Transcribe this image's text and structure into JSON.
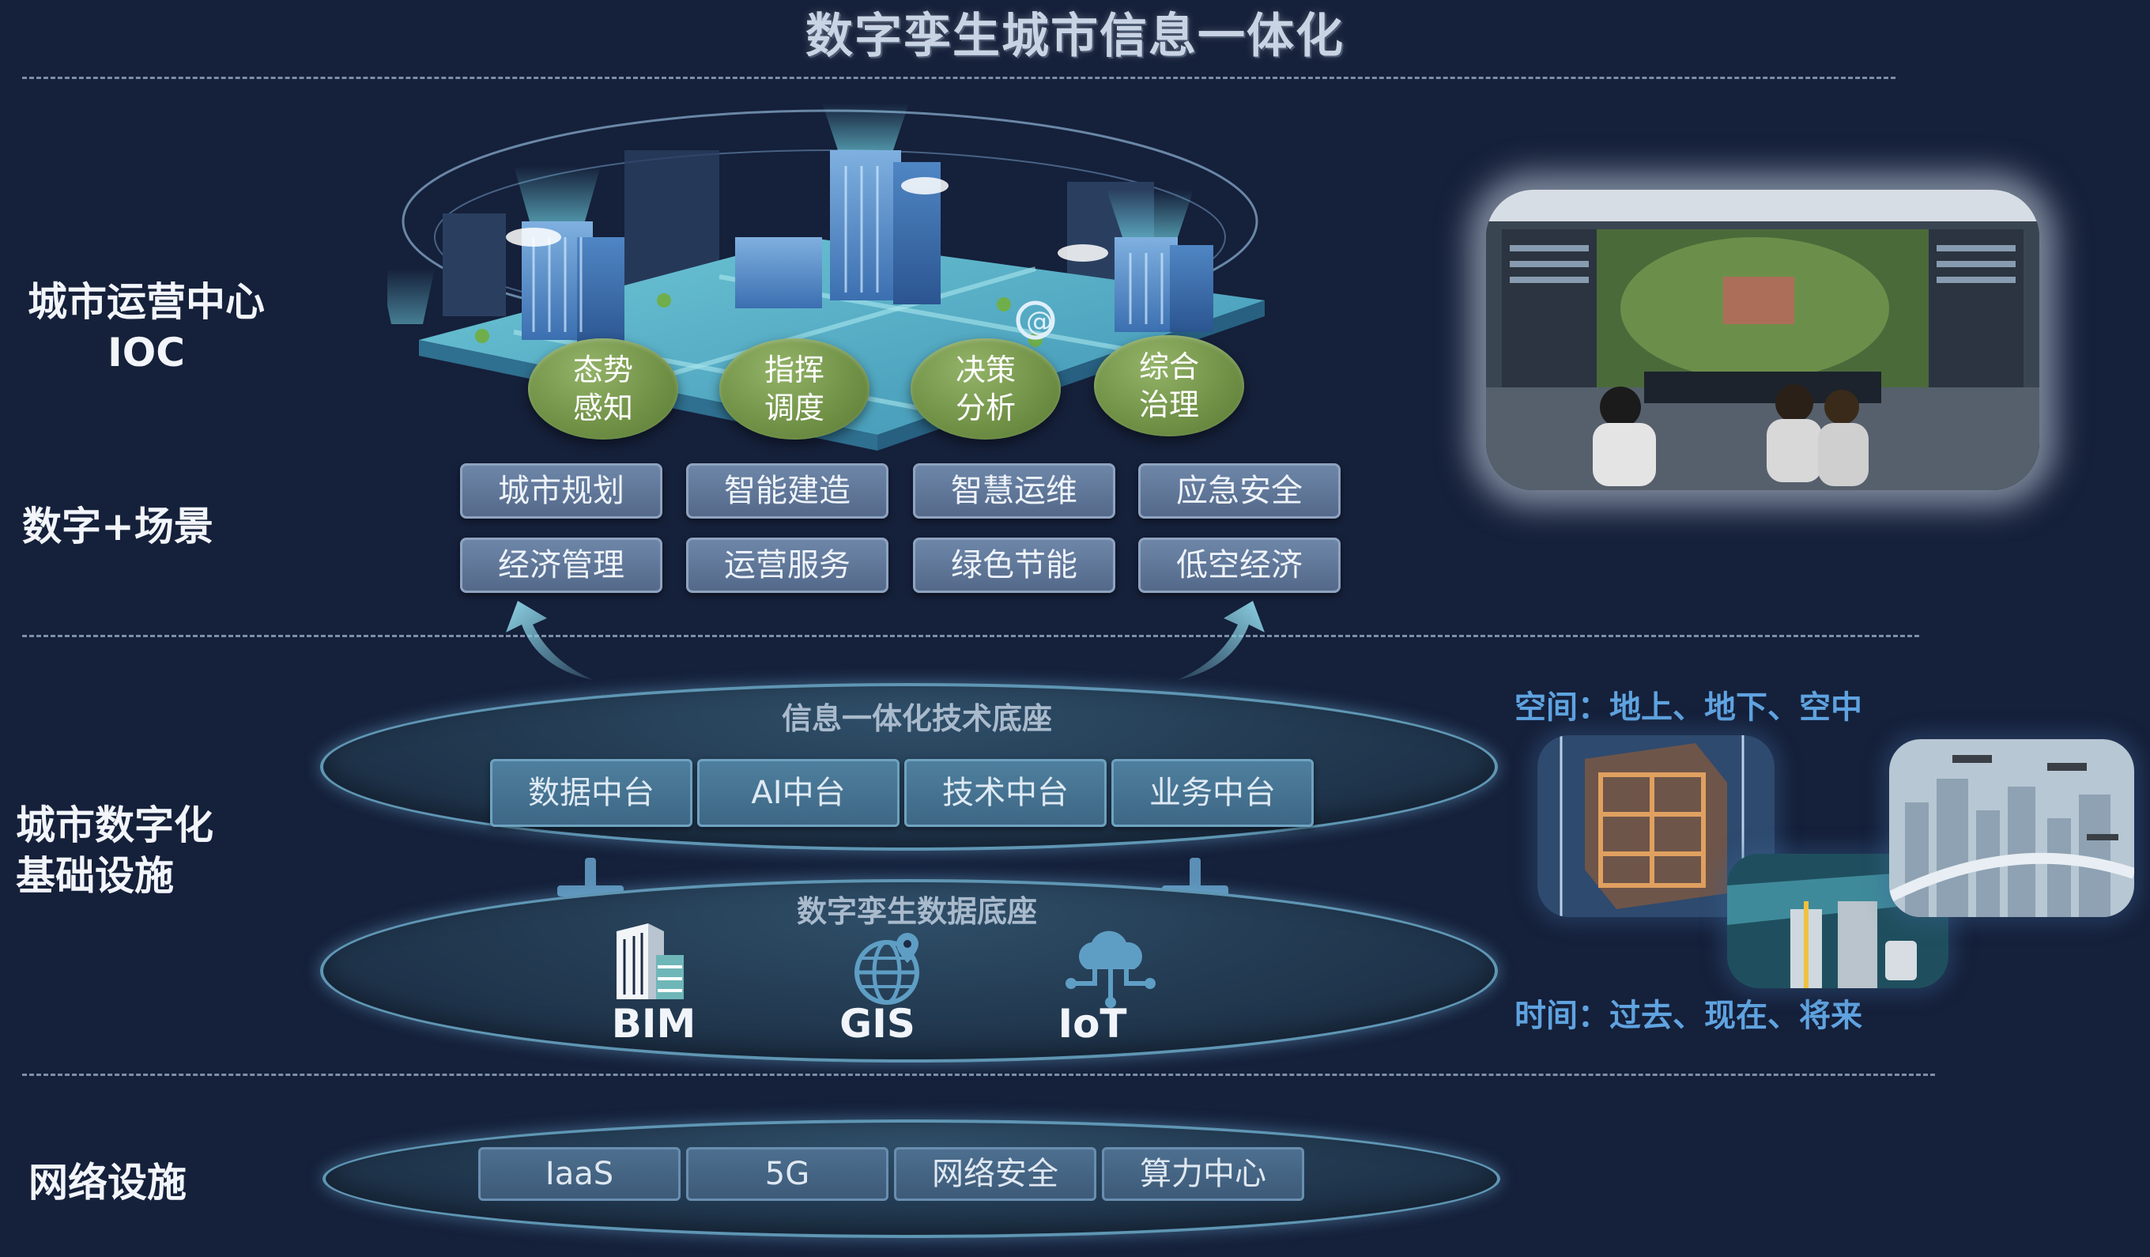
{
  "title": "数字孪生城市信息一体化",
  "rows": {
    "ioc": {
      "label_line1": "城市运营中心",
      "label_line2": "IOC"
    },
    "scenes": {
      "label": "数字+场景"
    },
    "infra": {
      "label_line1": "城市数字化",
      "label_line2": "基础设施"
    },
    "network": {
      "label": "网络设施"
    }
  },
  "ioc_bubbles": [
    {
      "line1": "态势",
      "line2": "感知"
    },
    {
      "line1": "指挥",
      "line2": "调度"
    },
    {
      "line1": "决策",
      "line2": "分析"
    },
    {
      "line1": "综合",
      "line2": "治理"
    }
  ],
  "scenes": [
    [
      "城市规划",
      "智能建造",
      "智慧运维",
      "应急安全"
    ],
    [
      "经济管理",
      "运营服务",
      "绿色节能",
      "低空经济"
    ]
  ],
  "tech_base": {
    "title": "信息一体化技术底座",
    "items": [
      "数据中台",
      "AI中台",
      "技术中台",
      "业务中台"
    ]
  },
  "twin_base": {
    "title": "数字孪生数据底座",
    "items": [
      {
        "label": "BIM",
        "icon": "building-icon"
      },
      {
        "label": "GIS",
        "icon": "globe-pin-icon"
      },
      {
        "label": "IoT",
        "icon": "cloud-network-icon"
      }
    ]
  },
  "network": {
    "items": [
      "IaaS",
      "5G",
      "网络安全",
      "算力中心"
    ]
  },
  "side": {
    "space_caption": "空间：地上、地下、空中",
    "time_caption": "时间：过去、现在、将来"
  },
  "colors": {
    "background": "#15203a",
    "accent_blue": "#5fa3e0",
    "bubble_green": "#6f9045"
  }
}
